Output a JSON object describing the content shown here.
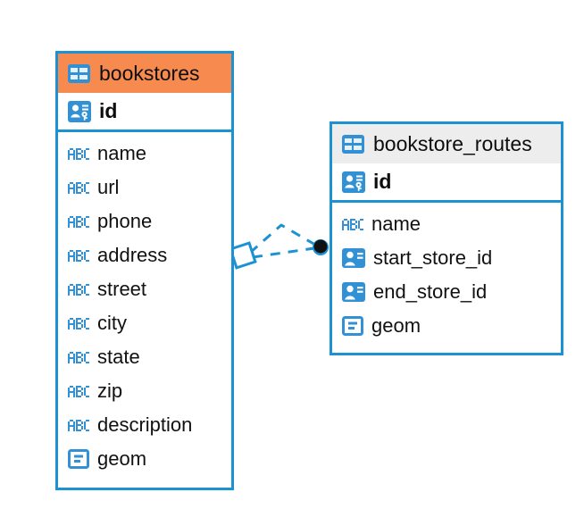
{
  "diagram": {
    "type": "entity-relationship-diagram",
    "colors": {
      "entity_border": "#1C92D2",
      "selected_header": "#F78B4F",
      "unselected_header": "#EDEDED",
      "icon_blue": "#3191D4",
      "relation_line": "#1C92D2",
      "relation_endpoint": "#111111",
      "background": "#FFFFFF"
    },
    "entities": [
      {
        "name": "bookstores",
        "selected": true,
        "header_icon": "table-icon",
        "primary_key": {
          "label": "id",
          "icon": "primary-key-icon"
        },
        "fields": [
          {
            "label": "name",
            "icon": "text-type-icon"
          },
          {
            "label": "url",
            "icon": "text-type-icon"
          },
          {
            "label": "phone",
            "icon": "text-type-icon"
          },
          {
            "label": "address",
            "icon": "text-type-icon"
          },
          {
            "label": "street",
            "icon": "text-type-icon"
          },
          {
            "label": "city",
            "icon": "text-type-icon"
          },
          {
            "label": "state",
            "icon": "text-type-icon"
          },
          {
            "label": "zip",
            "icon": "text-type-icon"
          },
          {
            "label": "description",
            "icon": "text-type-icon"
          },
          {
            "label": "geom",
            "icon": "geometry-type-icon"
          }
        ]
      },
      {
        "name": "bookstore_routes",
        "selected": false,
        "header_icon": "table-icon",
        "primary_key": {
          "label": "id",
          "icon": "primary-key-icon"
        },
        "fields": [
          {
            "label": "name",
            "icon": "text-type-icon"
          },
          {
            "label": "start_store_id",
            "icon": "foreign-key-icon"
          },
          {
            "label": "end_store_id",
            "icon": "foreign-key-icon"
          },
          {
            "label": "geom",
            "icon": "geometry-type-icon"
          }
        ]
      }
    ],
    "relationship": {
      "from_entity": "bookstores",
      "to_entity": "bookstore_routes",
      "line_style": "dashed",
      "source_marker": "diamond-marker",
      "target_marker": "filled-circle-marker"
    }
  }
}
